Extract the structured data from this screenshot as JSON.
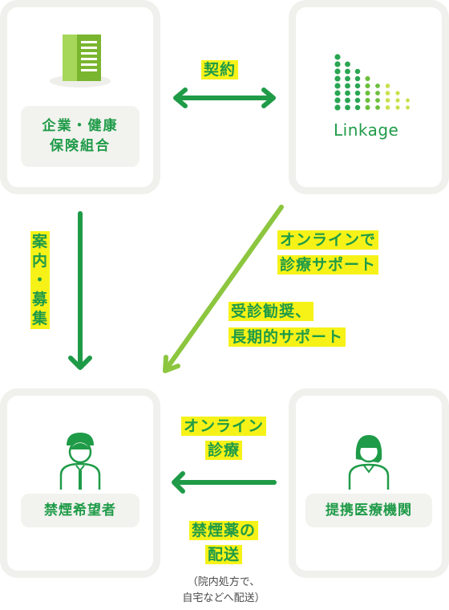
{
  "nodes": {
    "company": {
      "label_line1": "企業・健康",
      "label_line2": "保険組合"
    },
    "linkage": {
      "logo_text": "Linkage"
    },
    "smoker": {
      "label": "禁煙希望者"
    },
    "provider": {
      "label": "提携医療機関"
    }
  },
  "edges": {
    "contract": {
      "label": "契約"
    },
    "guide": {
      "label_line1": "案",
      "label_line2": "内",
      "label_line3": "・",
      "label_line4": "募",
      "label_line5": "集"
    },
    "online_support": {
      "label_line1": "オンラインで",
      "label_line2": "診療サポート"
    },
    "long_support": {
      "label_line1": "受診勧奨、",
      "label_line2": "長期的サポート"
    },
    "online_consult": {
      "label_line1": "オンライン",
      "label_line2": "診療"
    },
    "delivery": {
      "label_line1": "禁煙薬の",
      "label_line2": "配送",
      "note_line1": "（院内処方で、",
      "note_line2": "自宅などへ配送）"
    }
  },
  "colors": {
    "green": "#1f9b48",
    "accent_green": "#8cc63f",
    "highlight": "#f6f218",
    "box_border": "#f0f0ec"
  },
  "icons": [
    "building-icon",
    "person-male-icon",
    "person-female-icon",
    "linkage-dot-logo"
  ]
}
